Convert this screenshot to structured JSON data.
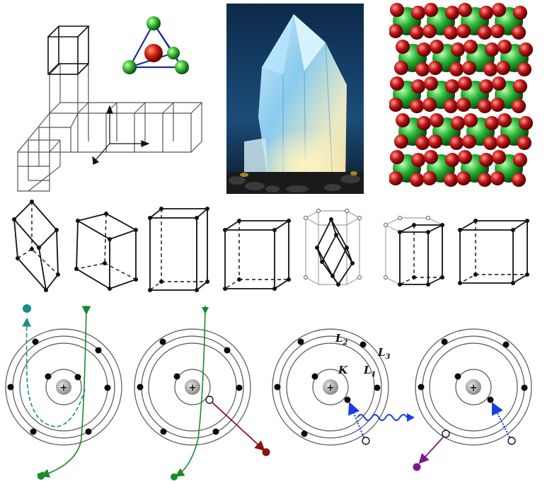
{
  "figure": {
    "panels": [
      {
        "name": "lattice-wireframe",
        "kind": "drawing"
      },
      {
        "name": "tetrahedral-molecule",
        "kind": "drawing"
      },
      {
        "name": "quartz-crystal-photo",
        "kind": "photo"
      },
      {
        "name": "space-filling-crystal-model",
        "kind": "drawing"
      }
    ],
    "unit_cells": [
      "triclinic",
      "monoclinic",
      "tetragonal",
      "orthorhombic",
      "rhombohedral",
      "hexagonal",
      "cubic"
    ],
    "atom_diagrams": {
      "nucleus_symbol": "+",
      "shell_labels": {
        "K": "K",
        "L1": "L",
        "L1_sub": "1",
        "L2": "L",
        "L2_sub": "2",
        "L3": "L",
        "L3_sub": "3"
      }
    },
    "colors": {
      "green_particle": "#1a8a2a",
      "teal_particle": "#1c8c8c",
      "red_particle": "#8b1010",
      "purple_particle": "#7a1a8a",
      "photon_blue": "#1a3fe0",
      "model_green": "#22b030",
      "model_red": "#c4161a"
    }
  }
}
